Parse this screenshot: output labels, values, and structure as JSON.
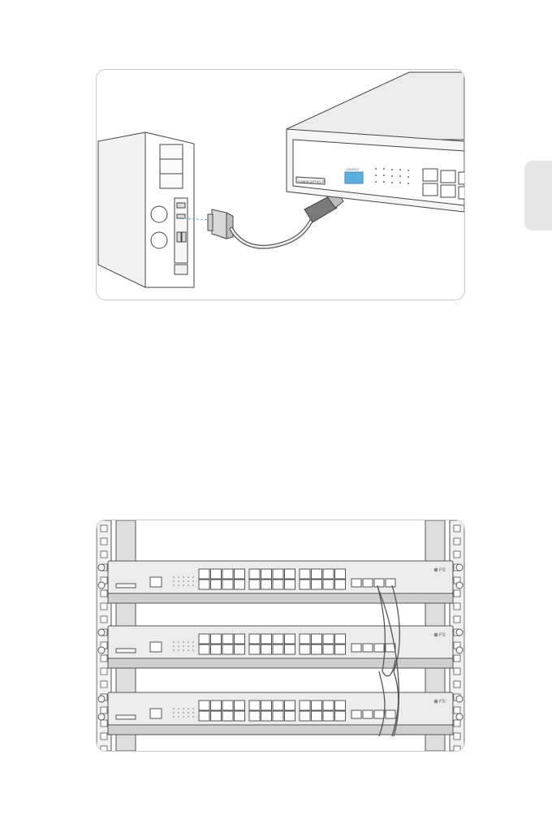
{
  "figures": {
    "console": {
      "switch_badge": "S3900-24T4S-R",
      "console_port_label": "CONSOLE"
    },
    "rack": {
      "units": [
        {
          "brand": "FS"
        },
        {
          "brand": "FS"
        },
        {
          "brand": "FS"
        }
      ]
    }
  },
  "colors": {
    "line": "#444444",
    "accent": "#5aaee0",
    "panel": "#ececec",
    "tab": "#e6e6e6"
  }
}
